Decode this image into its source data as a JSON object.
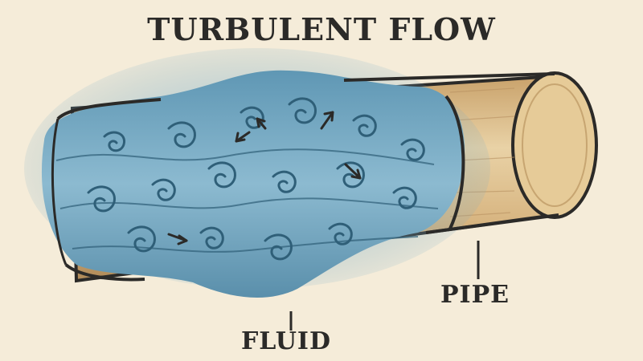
{
  "title": "TURBULENT FLOW",
  "labels": {
    "pipe": "PIPE",
    "fluid": "FLUID"
  },
  "colors": {
    "background": "#f5ecd9",
    "fluid": "#7fb0c8",
    "fluid_dark": "#4f88a6",
    "pipe": "#d9b886",
    "pipe_shadow": "#b89161",
    "ink": "#2b2a28"
  },
  "icons": [
    "swirl-icon",
    "flow-arrow-icon"
  ]
}
